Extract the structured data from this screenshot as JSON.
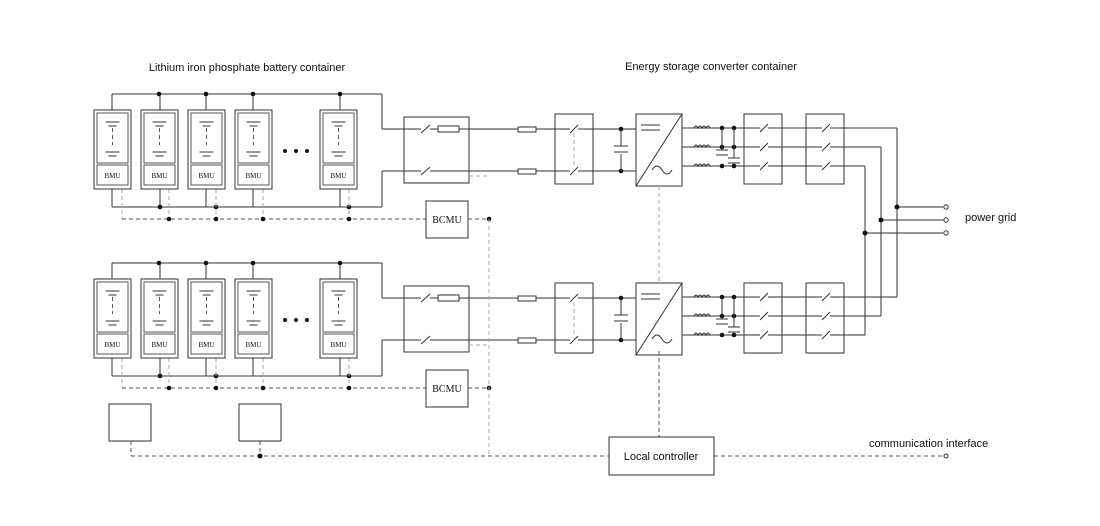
{
  "labels": {
    "battery_container": "Lithium iron phosphate battery container",
    "converter_container": "Energy storage converter container",
    "power_grid": "power grid",
    "communication_interface": "communication interface",
    "local_controller": "Local controller",
    "bcmu": "BCMU",
    "bmu": "BMU"
  }
}
